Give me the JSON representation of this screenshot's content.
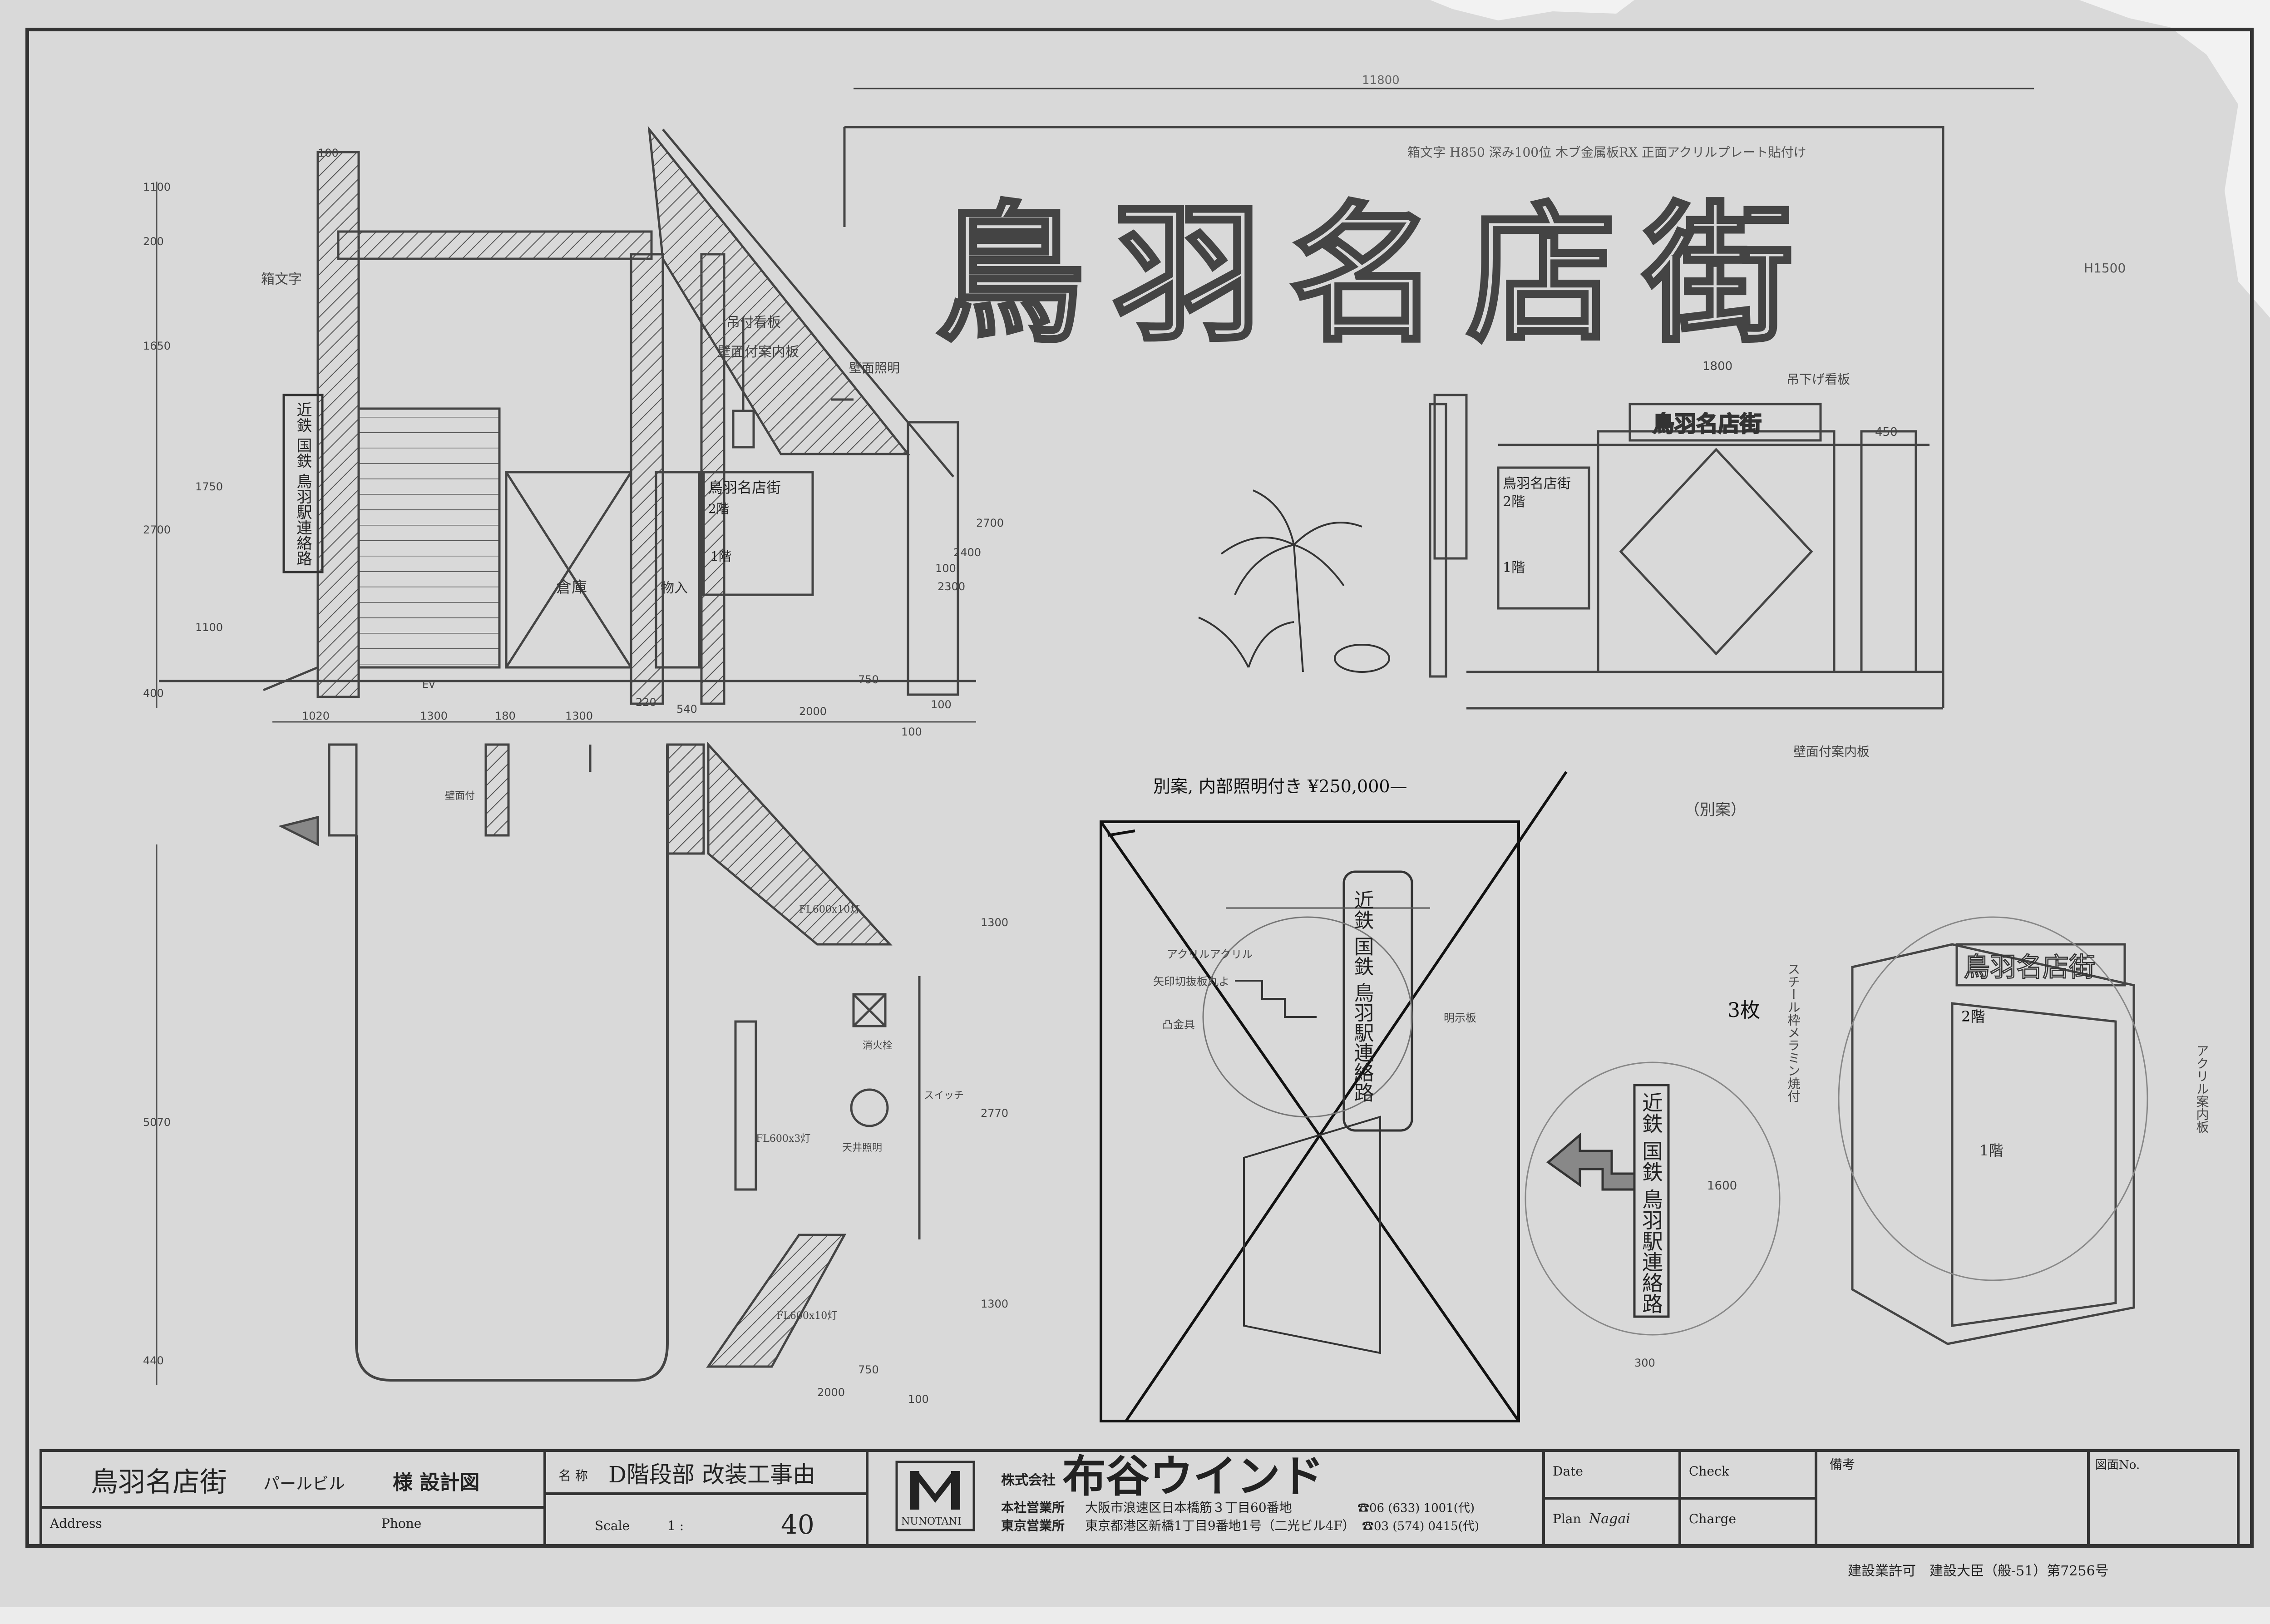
{
  "drawing": {
    "big_sign_text": "鳥羽名店街",
    "top_note": "箱文字 H850 深み100位 木ブ金属板RX 正面アクリルプレート貼付け",
    "top_dim": "11800",
    "right_dim": "H1500",
    "hanging_sign_label": "吊下げ看板",
    "hanging_sign_dim": "1800",
    "hanging_sign_height": "450",
    "small_sign_text": "鳥羽名店街",
    "wall_sign_label": "壁面付案内板",
    "directory_title": "鳥羽名店街",
    "directory_floor2": "2階",
    "directory_floor1": "1階",
    "vertical_sign_text": "近鉄 国鉄 鳥羽駅連絡路",
    "vertical_sign_label": "箱文字",
    "dims_left": [
      "1100",
      "200",
      "1650",
      "2700",
      "1100",
      "400"
    ],
    "dims_left_extra": [
      "100",
      "1750"
    ],
    "dims_bottom": [
      "1020",
      "1300",
      "180",
      "1300",
      "220",
      "540",
      "2000",
      "750",
      "100",
      "100"
    ],
    "label_storage": "倉庫",
    "label_storage2": "物入",
    "label_ev": "EV",
    "label_hanging": "吊付看板",
    "label_wall_mount": "壁面付案内板",
    "label_wall_light": "壁面照明",
    "dims_right_elev": [
      "2700",
      "2400",
      "2300",
      "100"
    ],
    "plan_dims": [
      "5070",
      "1300",
      "2770",
      "1300",
      "440",
      "2000",
      "750",
      "100"
    ],
    "plan_labels": [
      "FL600x10灯",
      "FL600x3灯",
      "FL600x10灯",
      "壁面付",
      "消火栓",
      "天井照明",
      "スイッチ"
    ],
    "alt_note": "別案, 内部照明付き ¥250,000—",
    "alt_note2": "（別案）",
    "sketch_sign_text": "近鉄 国鉄 鳥羽駅連絡路",
    "sketch_labels": [
      "アクリルアクリル",
      "矢印切抜板丸よ",
      "凸金具",
      "明示板"
    ],
    "count_note": "3枚",
    "steel_note": "スチール枠メラミン焼付",
    "small_dim": "1600",
    "small_dim2": "300",
    "panel_sign_text": "鳥羽名店街",
    "panel_floor2": "2階",
    "panel_floor1": "1階",
    "panel_note": "アクリル案内板"
  },
  "title_block": {
    "project_name": "鳥羽名店街",
    "project_sub": "パールビル",
    "design_suffix": "様 設計図",
    "address_label": "Address",
    "phone_label": "Phone",
    "name_label": "名 称",
    "name_value": "D階段部 改装工事由",
    "scale_label": "Scale",
    "scale_value": "1 :",
    "scale_hand": "40",
    "company_prefix": "株式会社",
    "company_name": "布谷ウインド",
    "logo_text": "NUNOTANI",
    "office1_label": "本社営業所",
    "office1_addr": "大阪市浪速区日本橋筋３丁目60番地",
    "office1_tel": "☎06 (633) 1001(代)",
    "office2_label": "東京営業所",
    "office2_addr": "東京都港区新橋1丁目9番地1号（二光ビル4F）",
    "office2_tel": "☎03 (574) 0415(代)",
    "date_label": "Date",
    "check_label": "Check",
    "plan_label": "Plan",
    "plan_value": "Nagai",
    "charge_label": "Charge",
    "remarks_label": "備考",
    "drawing_no_label": "図面No.",
    "license": "建設業許可　建設大臣（般-51）第7256号"
  },
  "colors": {
    "paper": "#d9d9d9",
    "ink": "#222222",
    "pencil": "#555555"
  }
}
